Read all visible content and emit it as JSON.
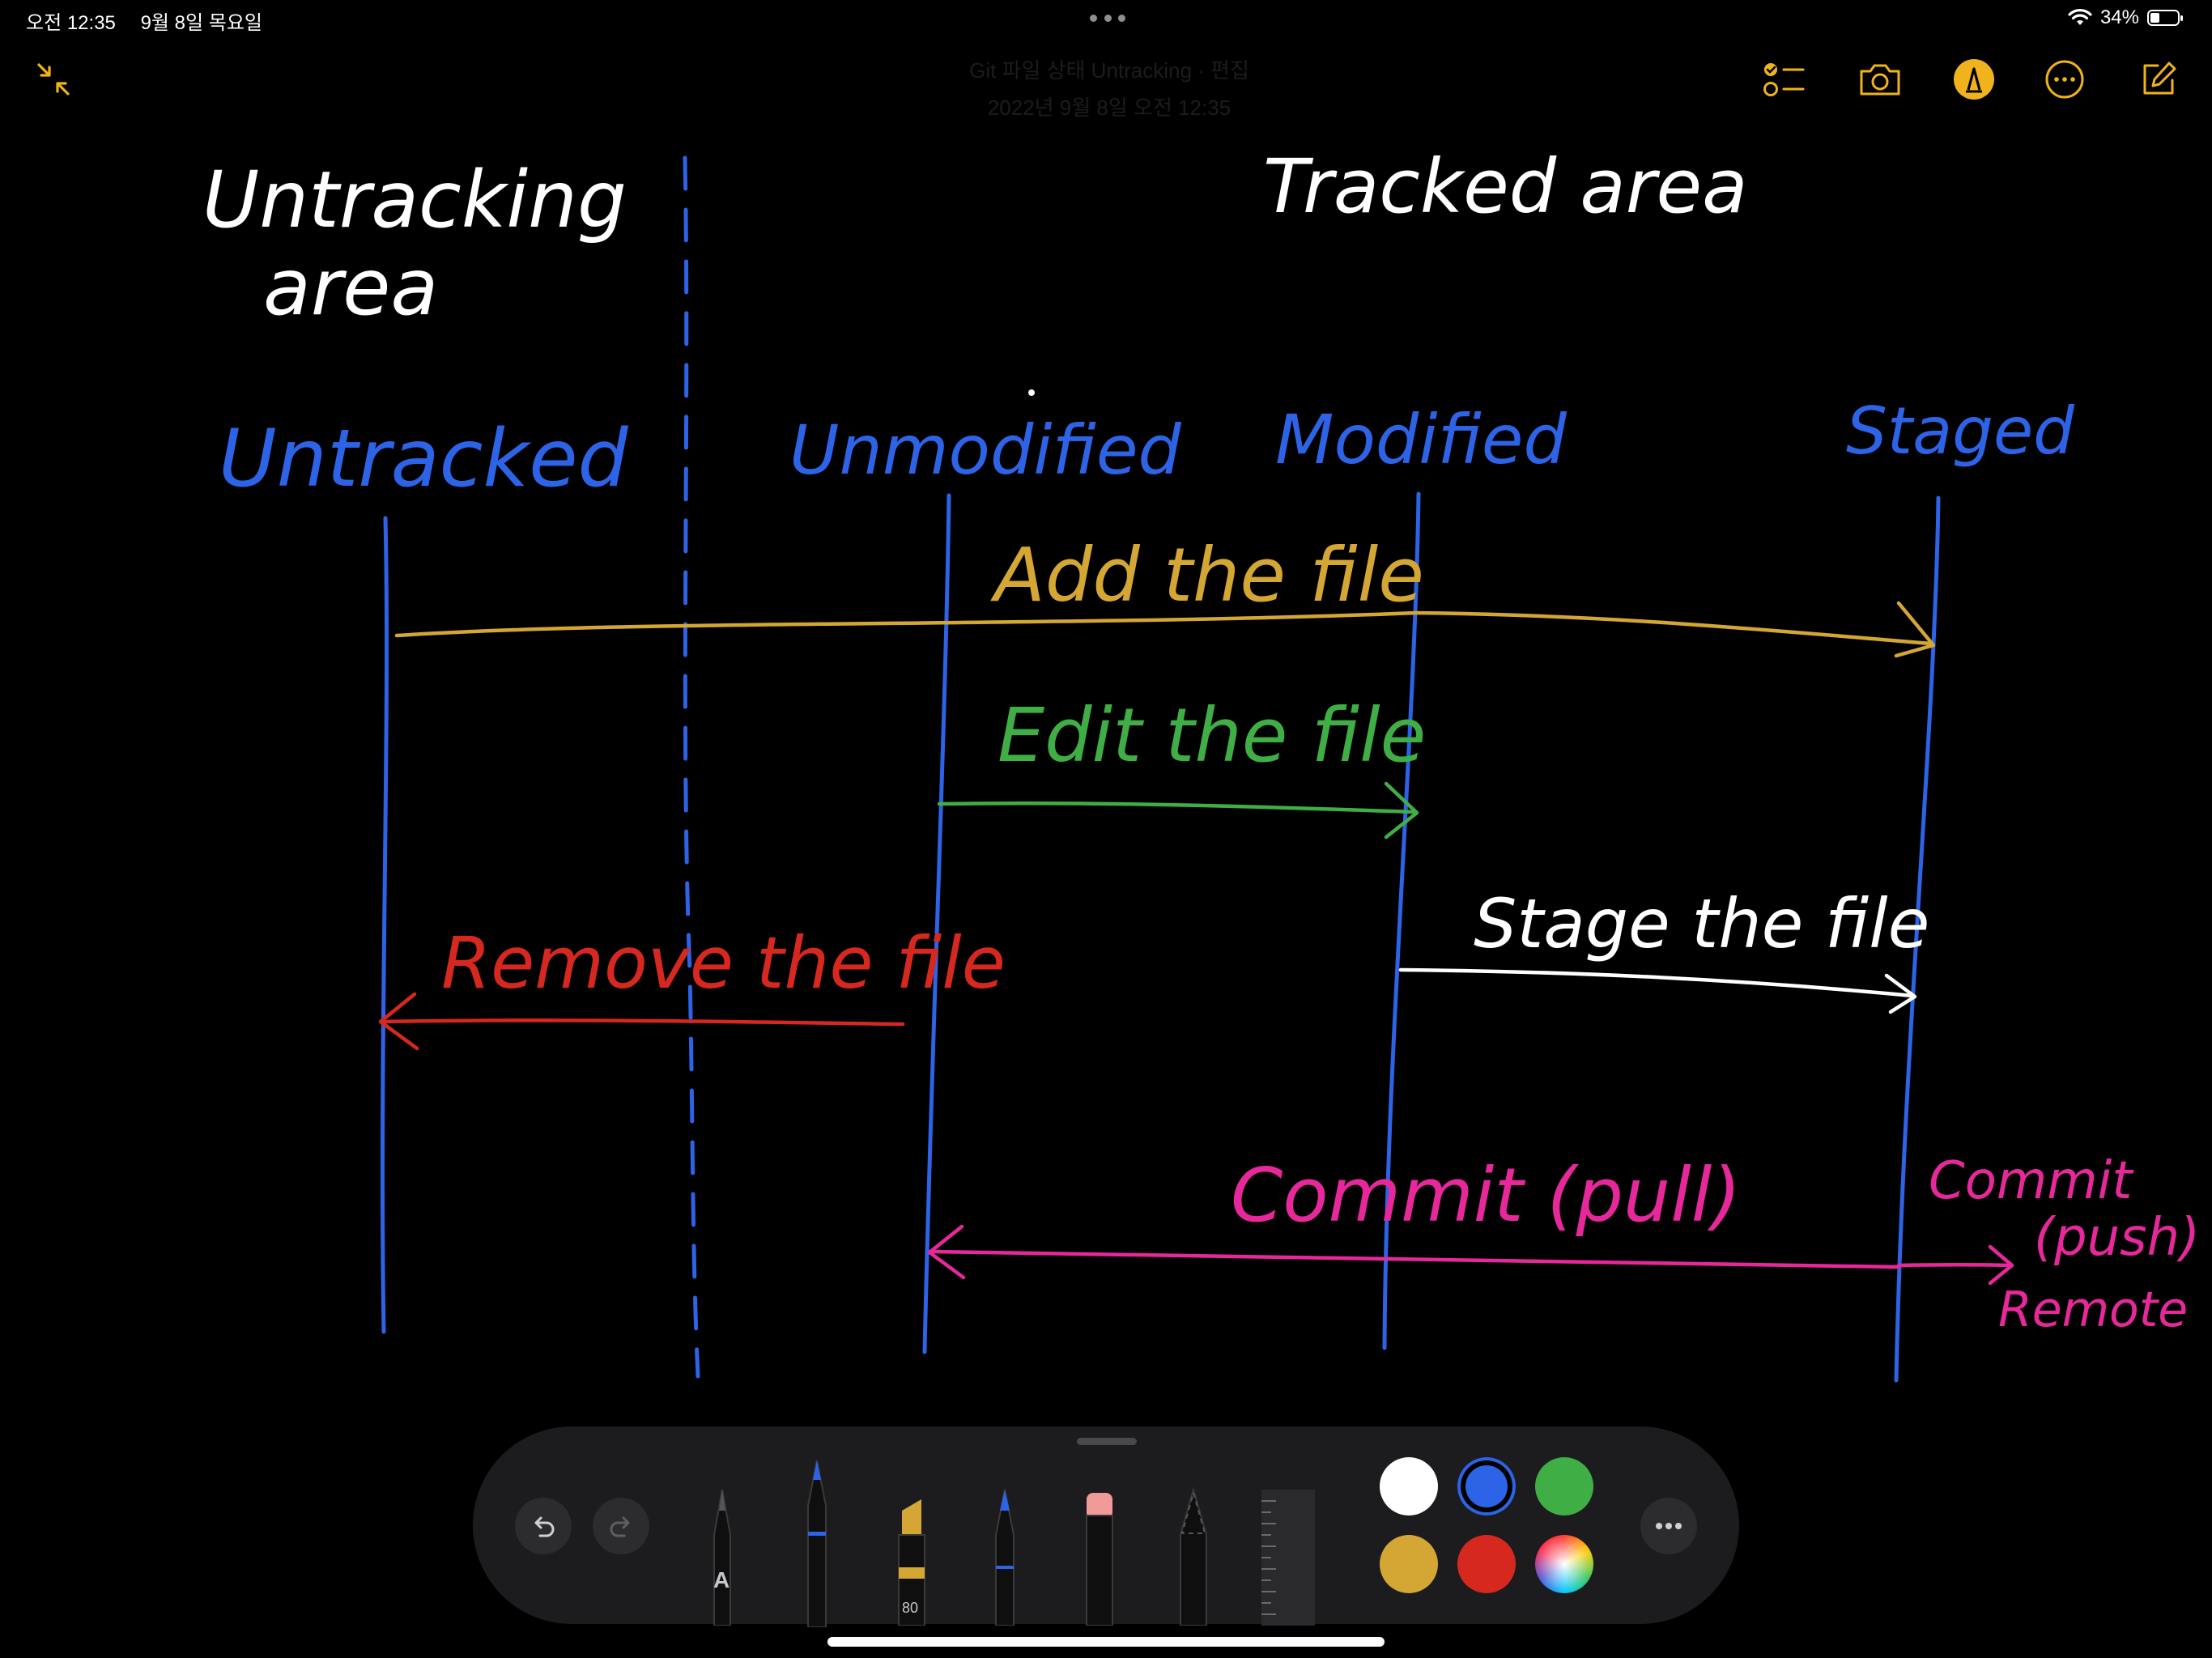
{
  "status_bar": {
    "time": "오전 12:35",
    "date": "9월 8일 목요일",
    "battery_percent": "34%",
    "battery_level": 0.34
  },
  "nav": {
    "title": "Git 파일 상태 Untracking · 편집",
    "subtitle": "2022년 9월 8일 오전 12:35"
  },
  "drawing": {
    "heading_left_line1": "Untracking",
    "heading_left_line2": "area",
    "heading_right": "Tracked area",
    "states": [
      "Untracked",
      "Unmodified",
      "Modified",
      "Staged"
    ],
    "actions": {
      "add": "Add the file",
      "edit": "Edit the file",
      "stage": "Stage the file",
      "remove": "Remove the file",
      "commit_pull": "Commit (pull)",
      "commit_push_1": "Commit",
      "commit_push_2": "(push)",
      "remote": "Remote"
    },
    "colors": {
      "blue": "#2d63e6",
      "gold": "#d4a633",
      "green": "#3fae45",
      "white": "#ffffff",
      "red": "#d6281f",
      "pink": "#e7289b",
      "accent": "#f1b31c"
    }
  },
  "toolbar": {
    "tools": [
      "undo-icon",
      "redo-icon",
      "monoline-pen-icon",
      "pen-icon",
      "marker-icon",
      "pencil-icon",
      "eraser-icon",
      "lasso-icon",
      "ruler-icon"
    ],
    "monoline_label": "A",
    "marker_width": "80",
    "swatches": [
      "#ffffff",
      "#2d63e6",
      "#3fae45",
      "#d4a633",
      "#d6281f"
    ],
    "selected_swatch": "#2d63e6"
  }
}
